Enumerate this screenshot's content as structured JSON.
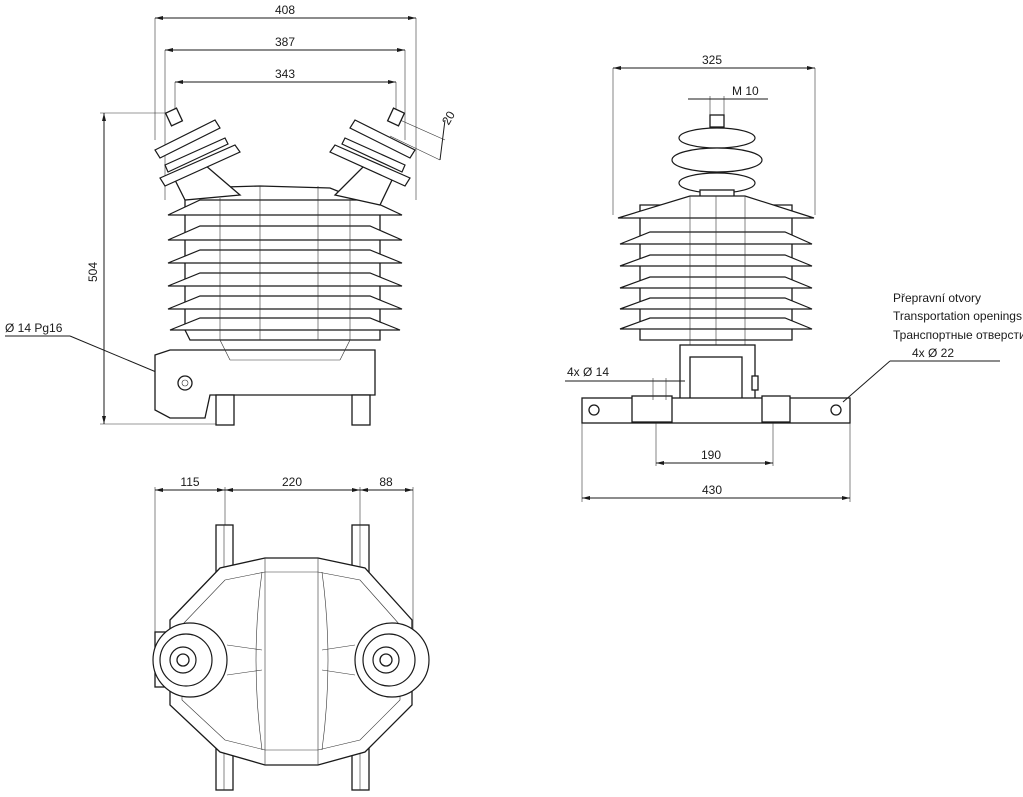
{
  "dimensions": {
    "front_width_overall": "408",
    "front_width_mid": "387",
    "front_width_terminals": "343",
    "front_tilt": "20",
    "front_height": "504",
    "gland_label": "Ø 14 Pg16",
    "side_width": "325",
    "side_terminal_thread": "M 10",
    "side_base_holes": "4x  Ø  14",
    "side_hole_spacing": "190",
    "side_base_length": "430",
    "plan_dim_left": "115",
    "plan_dim_mid": "220",
    "plan_dim_right": "88"
  },
  "notes": {
    "transport_cz": "Přepravní otvory",
    "transport_en": "Transportation openings",
    "transport_ru": "Транспортные отверстия",
    "transport_holes": "4x    Ø  22"
  }
}
